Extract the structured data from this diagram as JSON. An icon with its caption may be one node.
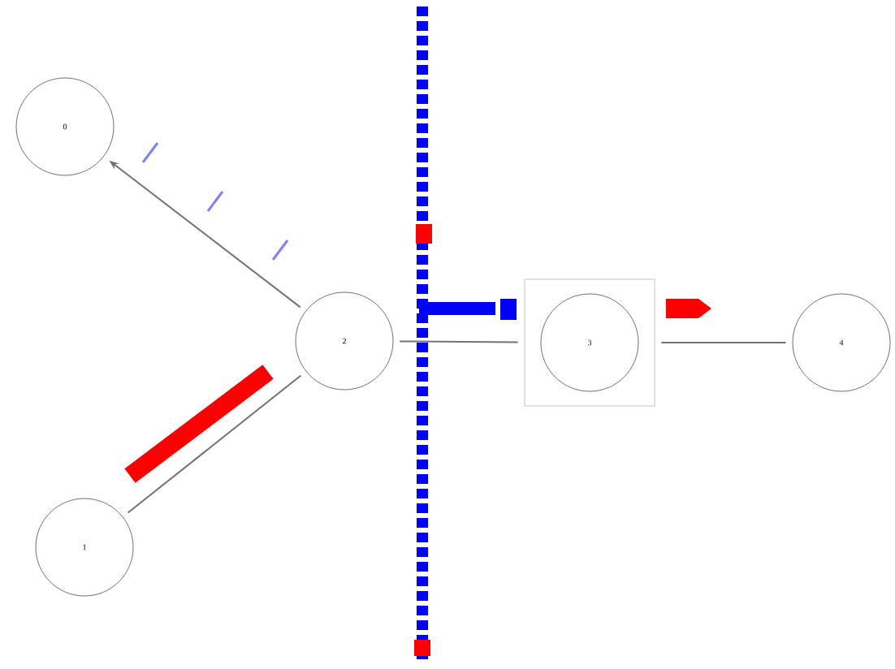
{
  "diagram": {
    "nodes": [
      {
        "text": [
          "0"
        ]
      },
      {
        "text": [
          "1"
        ]
      },
      {
        "text": [
          "2"
        ]
      },
      {
        "text": [],
        "shape": "box"
      },
      {
        "text": [
          "3"
        ],
        "in": 3
      },
      {
        "text": [
          "4"
        ]
      }
    ],
    "edges": [
      {
        "from": 2,
        "to": 0,
        "arrow": "to"
      },
      {
        "from": 1,
        "to": 2,
        "arrow": "none"
      },
      {
        "from": 2,
        "to": 3,
        "arrow": "none"
      },
      {
        "from": 3,
        "to": 5,
        "arrow": "none"
      }
    ]
  }
}
